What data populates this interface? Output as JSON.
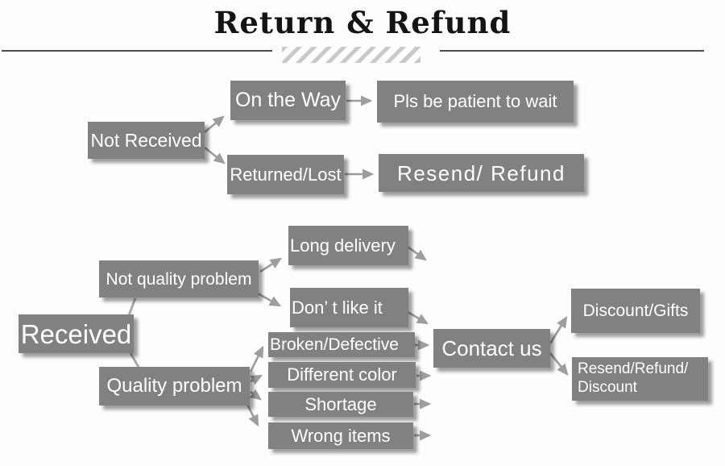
{
  "title": "Return & Refund",
  "colors": {
    "background": "#fdfdfd",
    "box": "#818181",
    "boxText": "#ffffff",
    "arrow": "#9d9d9d",
    "connector": "#a9a9a9",
    "divider": "#4b4b4b",
    "hatch": "#c9c9c9",
    "titleText": "#141414"
  },
  "nodes": [
    {
      "id": "not-received",
      "label": "Not Received"
    },
    {
      "id": "on-the-way",
      "label": "On the Way"
    },
    {
      "id": "pls-be-patient-to-wait",
      "label": "Pls be patient to wait"
    },
    {
      "id": "returned-lost",
      "label": "Returned/Lost"
    },
    {
      "id": "resend-refund",
      "label": "Resend/ Refund"
    },
    {
      "id": "received",
      "label": "Received"
    },
    {
      "id": "not-quality-problem",
      "label": "Not quality problem"
    },
    {
      "id": "quality-problem",
      "label": "Quality problem"
    },
    {
      "id": "long-delivery",
      "label": "Long delivery"
    },
    {
      "id": "dont-like-it",
      "label": "Don’ t like it"
    },
    {
      "id": "broken-defective",
      "label": "Broken/Defective"
    },
    {
      "id": "different-color",
      "label": "Different color"
    },
    {
      "id": "shortage",
      "label": "Shortage"
    },
    {
      "id": "wrong-items",
      "label": "Wrong items"
    },
    {
      "id": "contact-us",
      "label": "Contact us"
    },
    {
      "id": "discount-gifts",
      "label": "Discount/Gifts"
    },
    {
      "id": "resend-refund-discount",
      "label": "Resend/Refund/ Discount"
    }
  ]
}
